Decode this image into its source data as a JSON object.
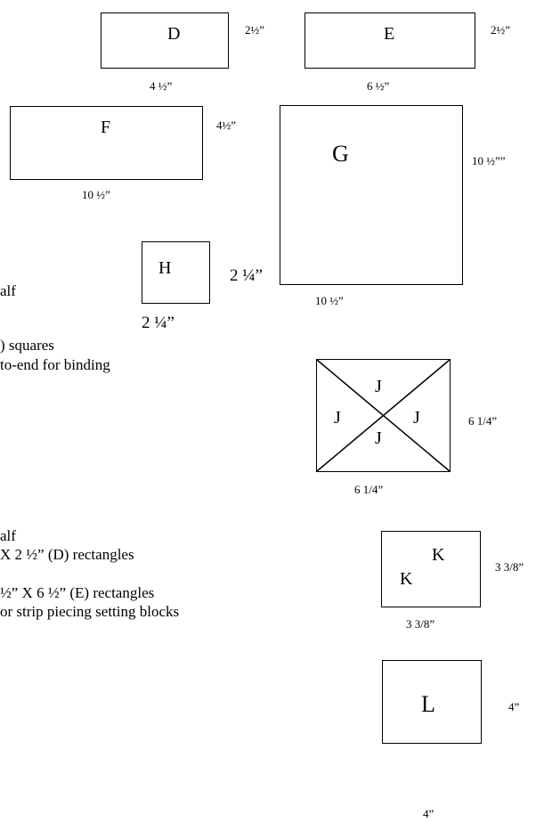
{
  "pieces": {
    "D": {
      "label": "D",
      "width_dim": "4 ½”",
      "height_dim": "2½”"
    },
    "E": {
      "label": "E",
      "width_dim": "6 ½”",
      "height_dim": "2½”"
    },
    "F": {
      "label": "F",
      "width_dim": "10 ½”",
      "height_dim": "4½”"
    },
    "G": {
      "label": "G",
      "width_dim": "10 ½”",
      "height_dim": "10 ½””"
    },
    "H": {
      "label": "H",
      "width_dim": "2 ¼”",
      "height_dim": "2 ¼”"
    },
    "J": {
      "labels": [
        "J",
        "J",
        "J",
        "J"
      ],
      "width_dim": "6 1/4”",
      "height_dim": "6 1/4”"
    },
    "K": {
      "labels": [
        "K",
        "K"
      ],
      "width_dim": "3 3/8”",
      "height_dim": "3 3/8”"
    },
    "L": {
      "label": "L",
      "width_dim": "4”",
      "height_dim": "4”"
    }
  },
  "text_fragments": [
    "alf",
    ") squares",
    "to-end for binding",
    "alf",
    "X 2 ½” (D) rectangles",
    "½” X 6 ½” (E) rectangles",
    "or strip piecing setting blocks"
  ]
}
